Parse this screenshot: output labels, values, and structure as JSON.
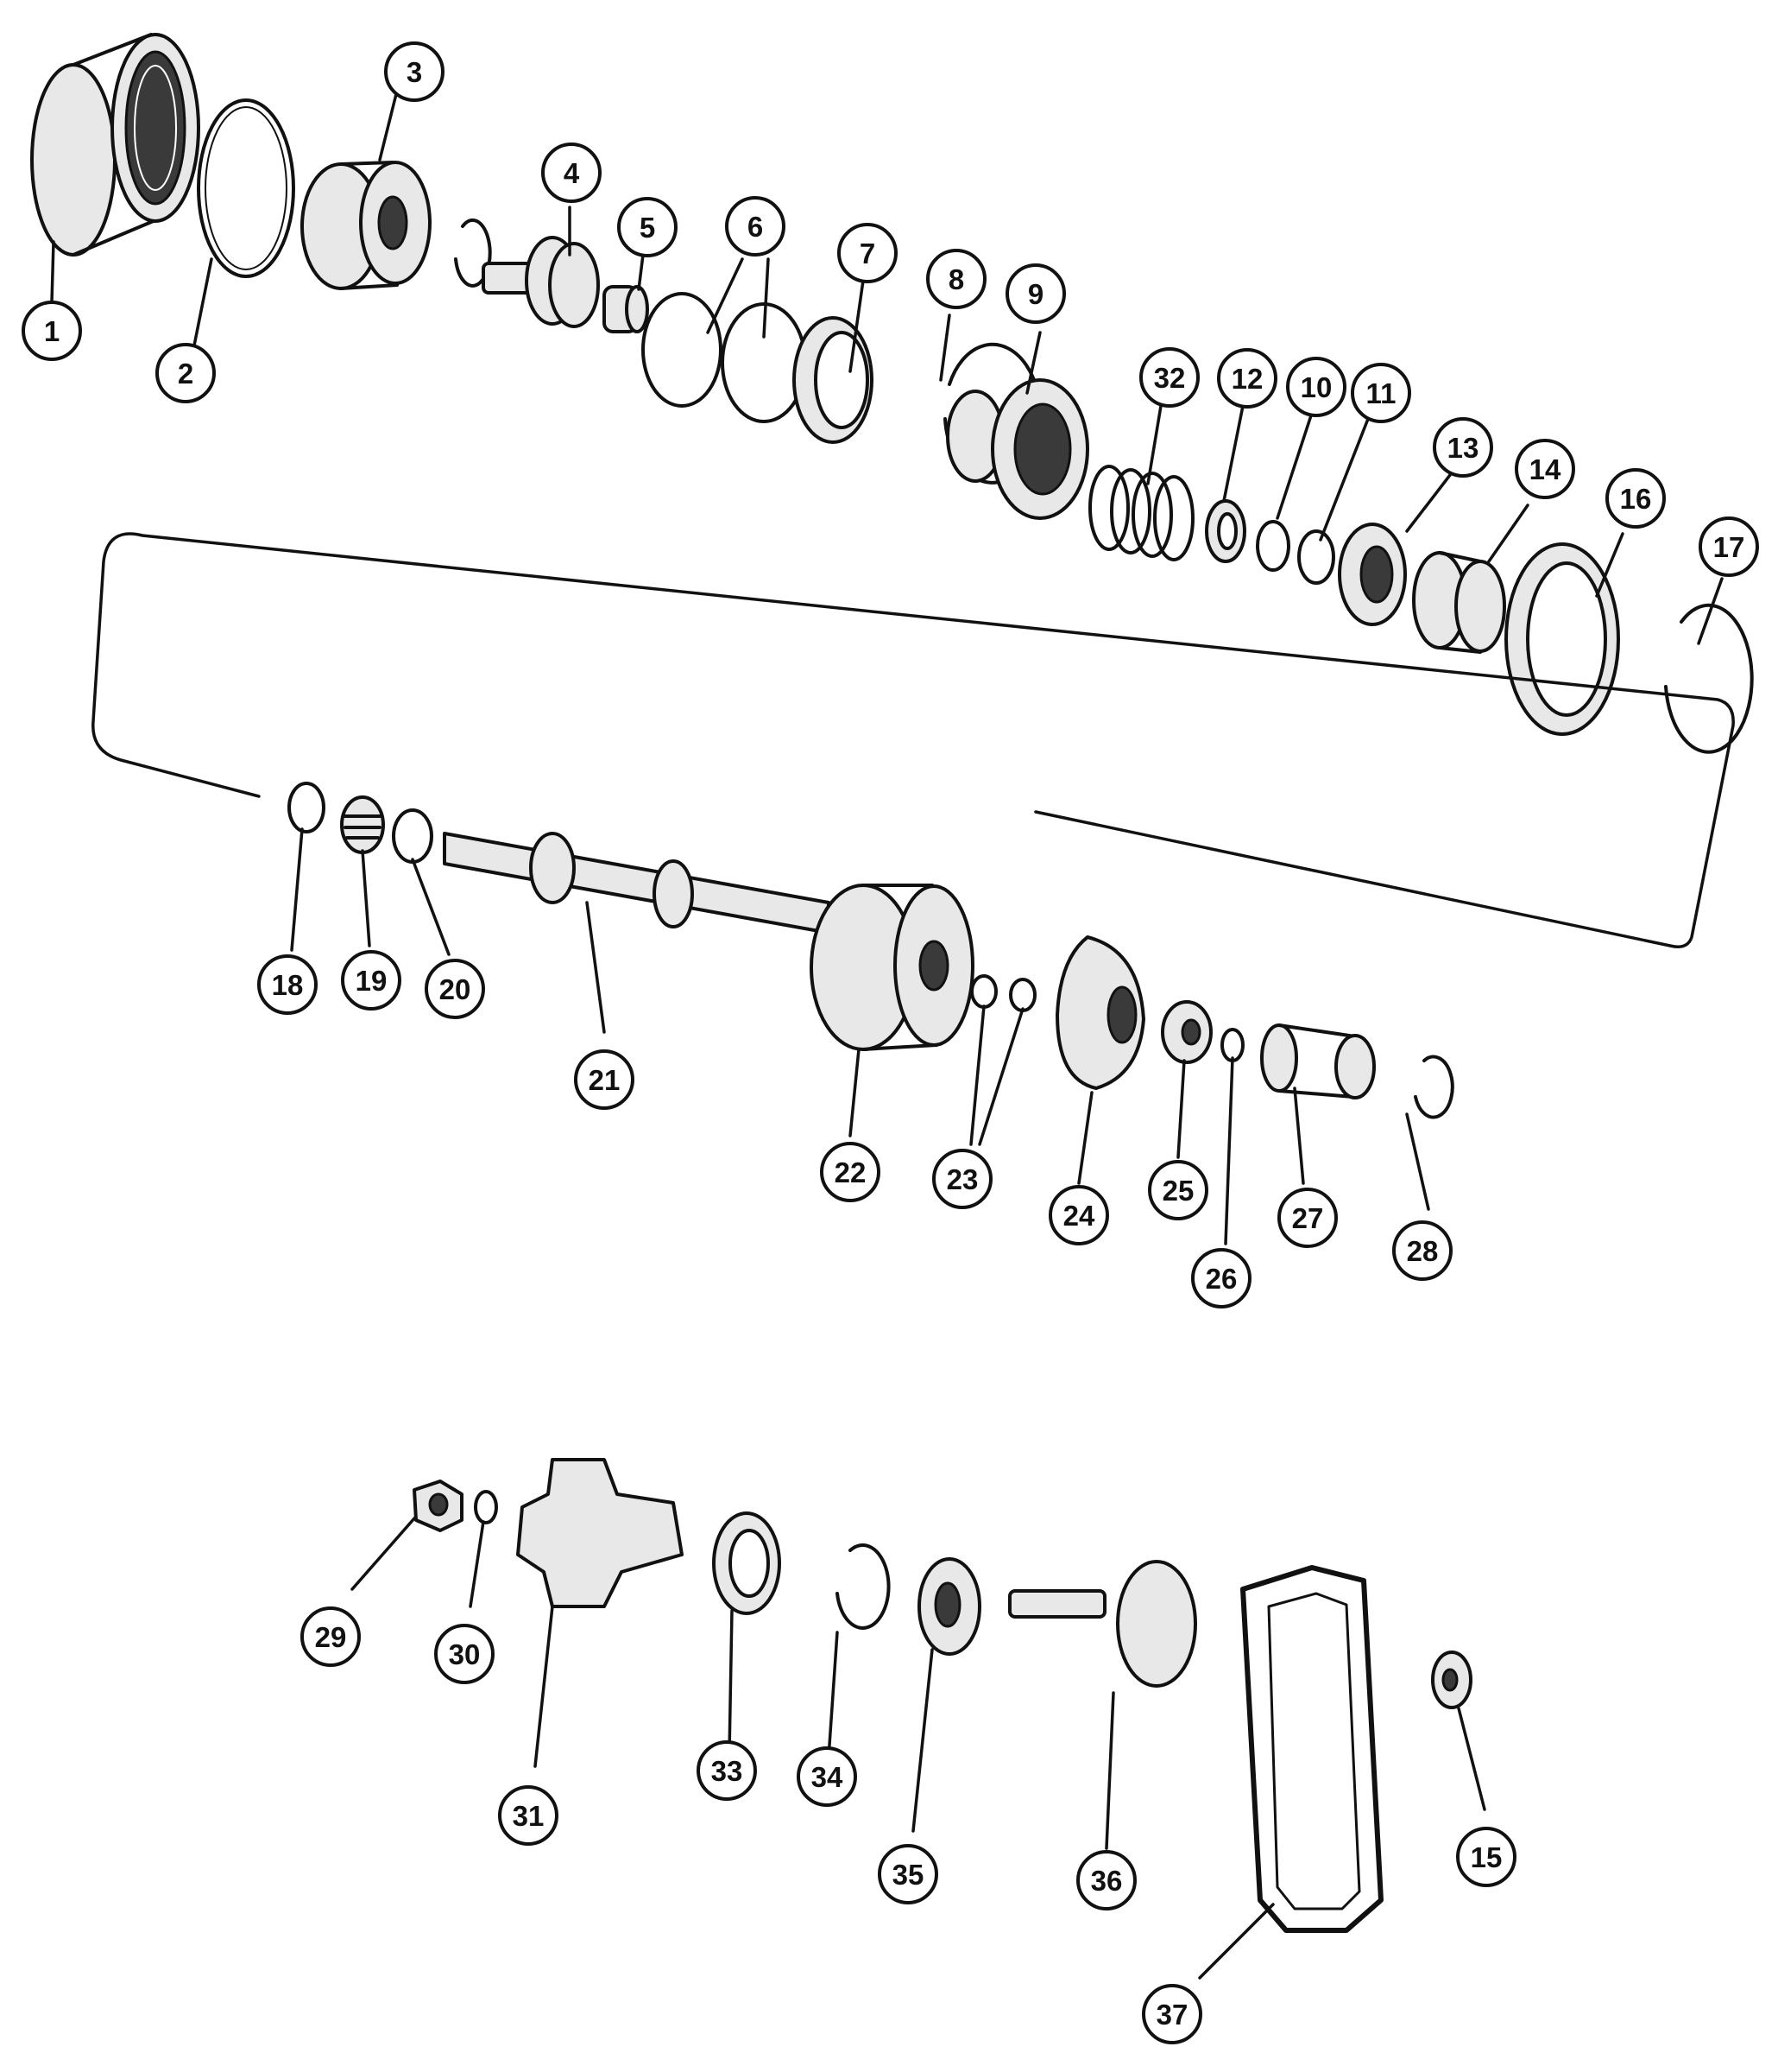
{
  "callouts": [
    "1",
    "2",
    "3",
    "4",
    "5",
    "6",
    "7",
    "8",
    "9",
    "32",
    "12",
    "10",
    "11",
    "13",
    "14",
    "16",
    "17",
    "18",
    "19",
    "20",
    "21",
    "22",
    "23",
    "24",
    "25",
    "26",
    "27",
    "28",
    "29",
    "30",
    "31",
    "33",
    "34",
    "35",
    "36",
    "37",
    "15"
  ],
  "colors": {
    "ink": "#111111",
    "paper": "#ffffff"
  }
}
